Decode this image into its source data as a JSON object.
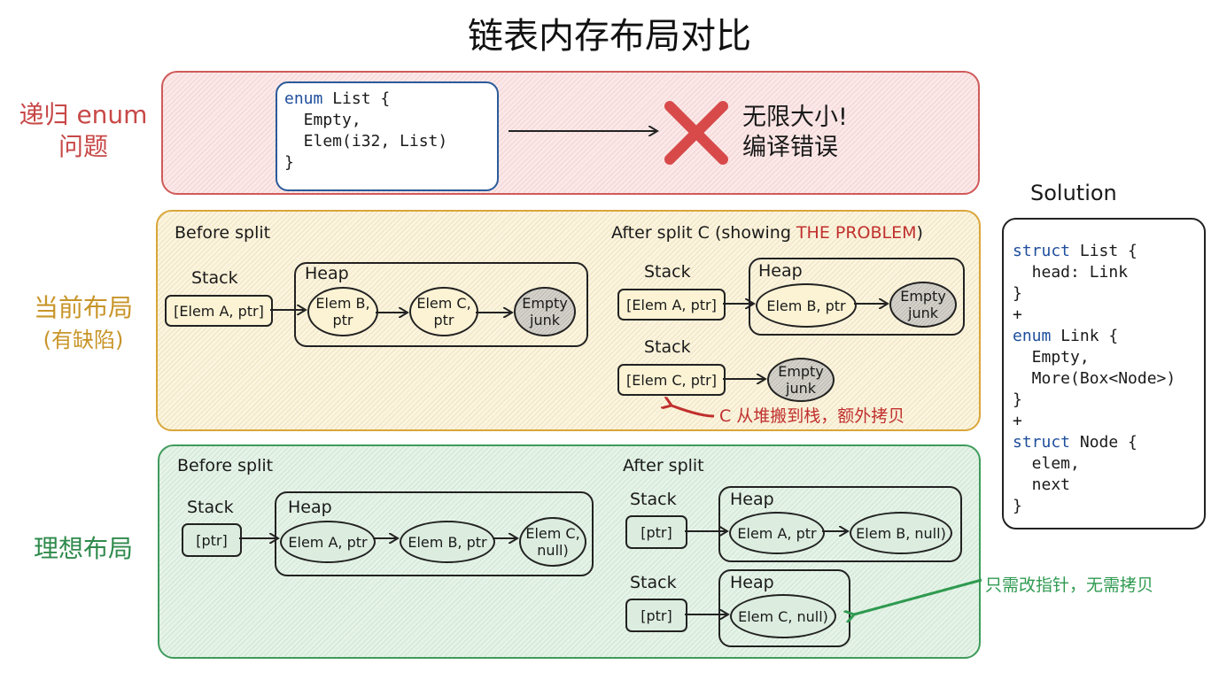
{
  "title": "链表内存布局对比",
  "rows": {
    "recursive": {
      "label_line1": "递归 enum",
      "label_line2": "问题",
      "color": "#c84848",
      "code": {
        "line1_kw": "enum",
        "line1_rest": " List {",
        "line2": "  Empty,",
        "line3": "  Elem(i32, List)",
        "line4": "}"
      },
      "error_icon": "red-x-icon",
      "error_line1": "无限大小!",
      "error_line2": "编译错误"
    },
    "current": {
      "label_line1": "当前布局",
      "label_line2": "(有缺陷)",
      "color": "#c8952a",
      "before": {
        "heading": "Before split",
        "stack_label": "Stack",
        "heap_label": "Heap",
        "stack_node": "[Elem A, ptr]",
        "heap_nodes": [
          "Elem B,\nptr",
          "Elem C,\nptr",
          "Empty\njunk"
        ]
      },
      "after": {
        "heading_prefix": "After split C (showing ",
        "heading_problem": "THE PROBLEM",
        "heading_suffix": ")",
        "stack_label_1": "Stack",
        "heap_label_1": "Heap",
        "stack_node_1": "[Elem A, ptr]",
        "heap_nodes_1": [
          "Elem B, ptr",
          "Empty\njunk"
        ],
        "stack_label_2": "Stack",
        "stack_node_2": "[Elem C, ptr]",
        "node_2": "Empty\njunk",
        "annotation": "C 从堆搬到栈，额外拷贝",
        "annotation_color": "#c0302e"
      }
    },
    "ideal": {
      "label": "理想布局",
      "color": "#2f8a4c",
      "before": {
        "heading": "Before split",
        "stack_label": "Stack",
        "heap_label": "Heap",
        "stack_node": "[ptr]",
        "heap_nodes": [
          "Elem A, ptr",
          "Elem B, ptr",
          "Elem C,\nnull)"
        ]
      },
      "after": {
        "heading": "After split",
        "stack_label_1": "Stack",
        "heap_label_1": "Heap",
        "stack_node_1": "[ptr]",
        "heap_nodes_1": [
          "Elem A, ptr",
          "Elem B, null)"
        ],
        "stack_label_2": "Stack",
        "heap_label_2": "Heap",
        "stack_node_2": "[ptr]",
        "heap_nodes_2": [
          "Elem C, null)"
        ]
      },
      "annotation": "只需改指针，无需拷贝",
      "annotation_color": "#2f9a50"
    }
  },
  "solution": {
    "heading": "Solution",
    "lines": [
      {
        "kw": "struct",
        "rest": " List {"
      },
      {
        "kw": "",
        "rest": "  head: Link"
      },
      {
        "kw": "",
        "rest": "}"
      },
      {
        "kw": "",
        "rest": "+"
      },
      {
        "kw": "enum",
        "rest": " Link {"
      },
      {
        "kw": "",
        "rest": "  Empty,"
      },
      {
        "kw": "",
        "rest": "  More(Box<Node>)"
      },
      {
        "kw": "",
        "rest": "}"
      },
      {
        "kw": "",
        "rest": "+"
      },
      {
        "kw": "struct",
        "rest": " Node {"
      },
      {
        "kw": "",
        "rest": "  elem,"
      },
      {
        "kw": "",
        "rest": "  next"
      },
      {
        "kw": "",
        "rest": "}"
      }
    ]
  }
}
